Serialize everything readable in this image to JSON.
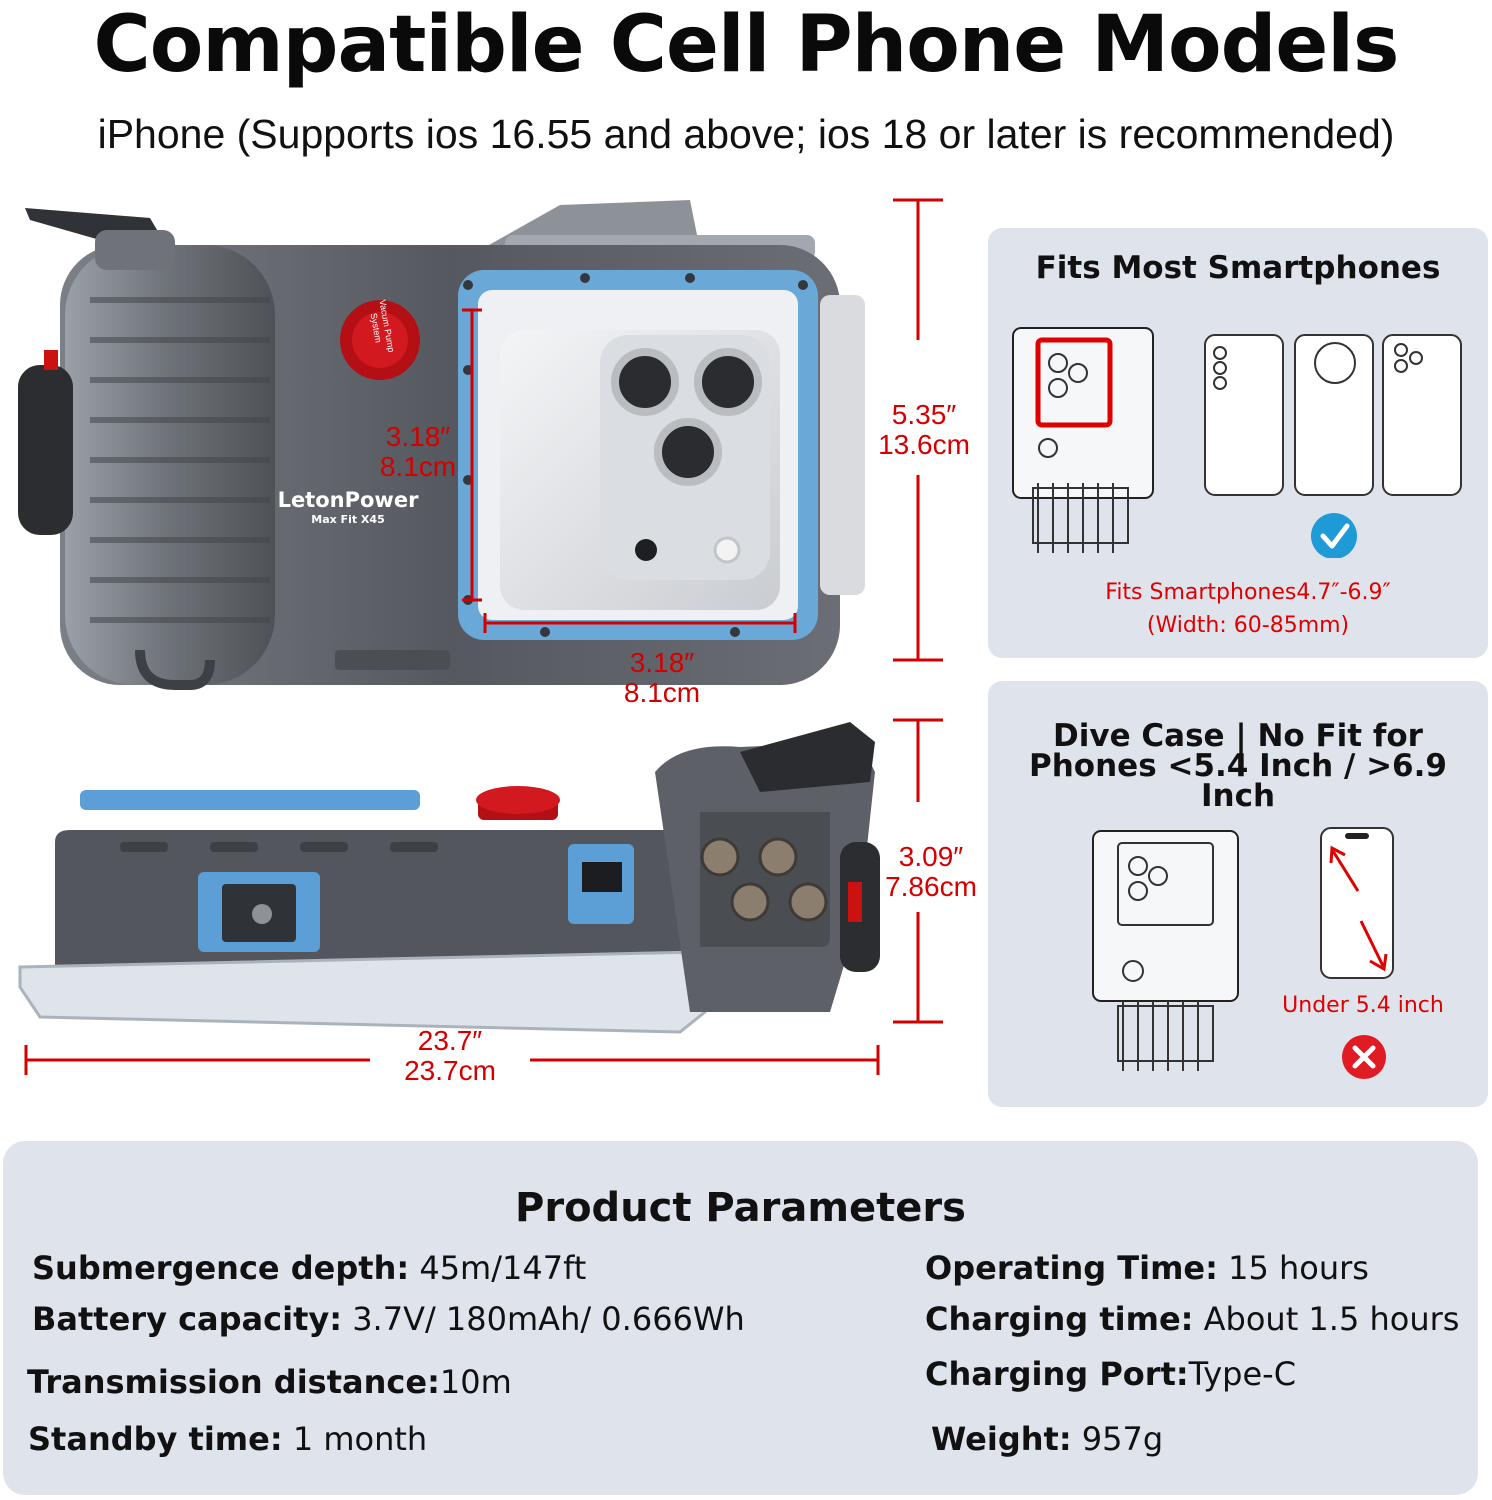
{
  "header": {
    "title": "Compatible Cell Phone Models",
    "subtitle": "iPhone (Supports ios 16.55 and above; ios 18 or later is recommended)"
  },
  "product": {
    "brand": "LetonPower",
    "model": "Max Fit X45",
    "pump_label_line1": "Vacum Pump",
    "pump_label_line2": "System"
  },
  "dimensions": {
    "window_height_in": "3.18″",
    "window_height_cm": "8.1cm",
    "window_width_in": "3.18″",
    "window_width_cm": "8.1cm",
    "case_height_in": "5.35″",
    "case_height_cm": "13.6cm",
    "case_depth_in": "3.09″",
    "case_depth_cm": "7.86cm",
    "case_length_in": "23.7″",
    "case_length_cm": "23.7cm"
  },
  "fits_panel": {
    "title": "Fits Most Smartphones",
    "note_line1": "Fits Smartphones4.7″-6.9″",
    "note_line2": "(Width: 60-85mm)"
  },
  "nofit_panel": {
    "title_line1": "Dive Case | No Fit for",
    "title_line2": "Phones <5.4 Inch / >6.9 Inch",
    "note": "Under 5.4 inch"
  },
  "parameters": {
    "title": "Product Parameters",
    "left": [
      {
        "key": "Submergence depth:",
        "value": " 45m/147ft"
      },
      {
        "key": "Battery capacity:",
        "value": " 3.7V/ 180mAh/ 0.666Wh"
      },
      {
        "key": "Transmission distance:",
        "value": "10m"
      },
      {
        "key": "Standby time:",
        "value": " 1 month"
      }
    ],
    "right": [
      {
        "key": "Operating Time:",
        "value": " 15 hours"
      },
      {
        "key": "Charging time:",
        "value": " About 1.5 hours"
      },
      {
        "key": "Charging Port:",
        "value": "Type-C"
      },
      {
        "key": "Weight:",
        "value": " 957g"
      }
    ]
  },
  "colors": {
    "accent_red": "#d40000",
    "case_gray": "#5a5e66",
    "frame_blue": "#6aa8d8",
    "panel_bg": "#dfe4ec",
    "check_blue": "#1e9ad6",
    "cross_red": "#e01b24"
  }
}
